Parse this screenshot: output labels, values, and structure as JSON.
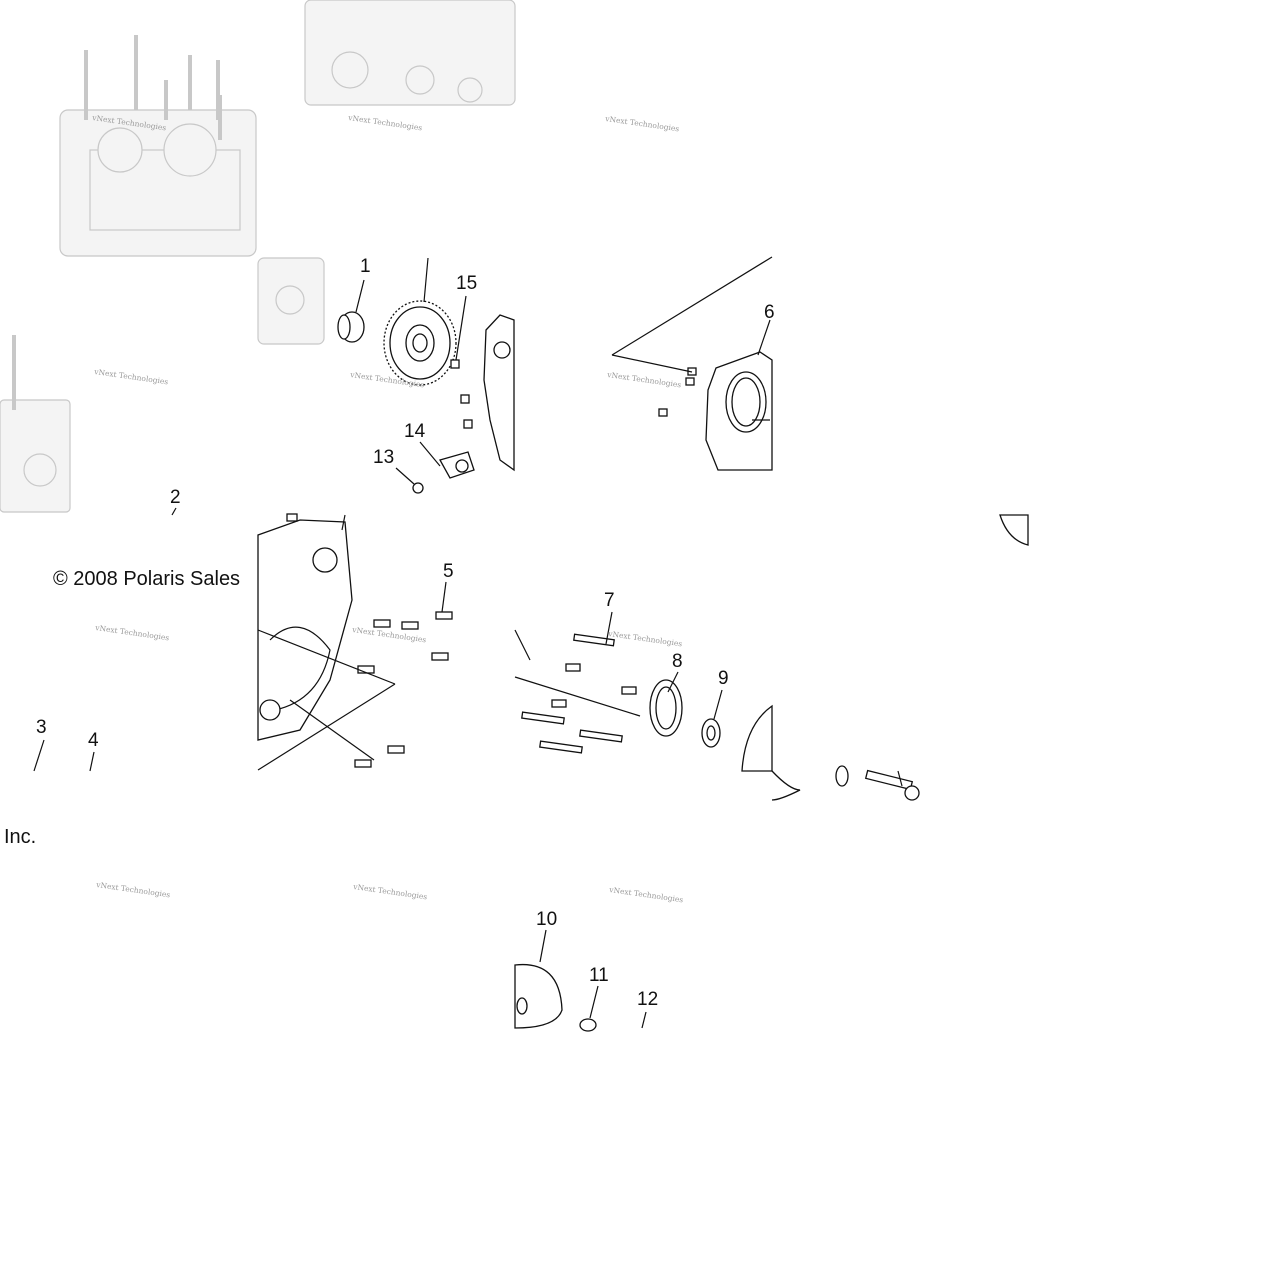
{
  "copyright": {
    "line1": "© 2008 Polaris Sales",
    "line2": "Inc."
  },
  "watermark": {
    "text": "vNext Technologies"
  },
  "callouts": {
    "c1": "1",
    "c2": "2",
    "c3": "3",
    "c4": "4",
    "c5": "5",
    "c6": "6",
    "c7": "7",
    "c8": "8",
    "c9": "9",
    "c10": "10",
    "c11": "11",
    "c12": "12",
    "c13": "13",
    "c14": "14",
    "c15": "15"
  }
}
